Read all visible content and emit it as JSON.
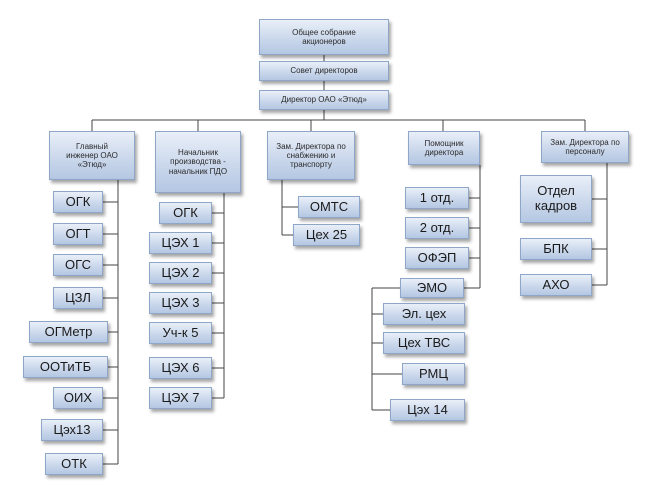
{
  "top": {
    "assembly": "Общее собрание акционеров",
    "board": "Совет директоров",
    "director": "Директор ОАО «Этюд»"
  },
  "columns": [
    {
      "head": "Главный инженер ОАО «Этюд»",
      "units": [
        "ОГК",
        "ОГТ",
        "ОГС",
        "ЦЗЛ",
        "ОГМетр",
        "ООТиТБ",
        "ОИХ",
        "Цэх13",
        "ОТК"
      ]
    },
    {
      "head": "Начальник производства - начальник ПДО",
      "units": [
        "ОГК",
        "ЦЭХ 1",
        "ЦЭХ 2",
        "ЦЭХ 3",
        "Уч-к 5",
        "ЦЭХ 6",
        "ЦЭХ 7"
      ]
    },
    {
      "head": "Зам. Директора по снабжению и транспорту",
      "units": [
        "ОМТС",
        "Цех 25"
      ]
    },
    {
      "head": "Помощник директора",
      "units": [
        "1 отд.",
        "2 отд.",
        "ОФЭП",
        "ЭМО"
      ],
      "emo_units": [
        "Эл. цех",
        "Цех ТВС",
        "РМЦ",
        "Цэх 14"
      ]
    },
    {
      "head": "Зам. Директора по персоналу",
      "units": [
        "Отдел кадров",
        "БПК",
        "АХО"
      ]
    }
  ]
}
